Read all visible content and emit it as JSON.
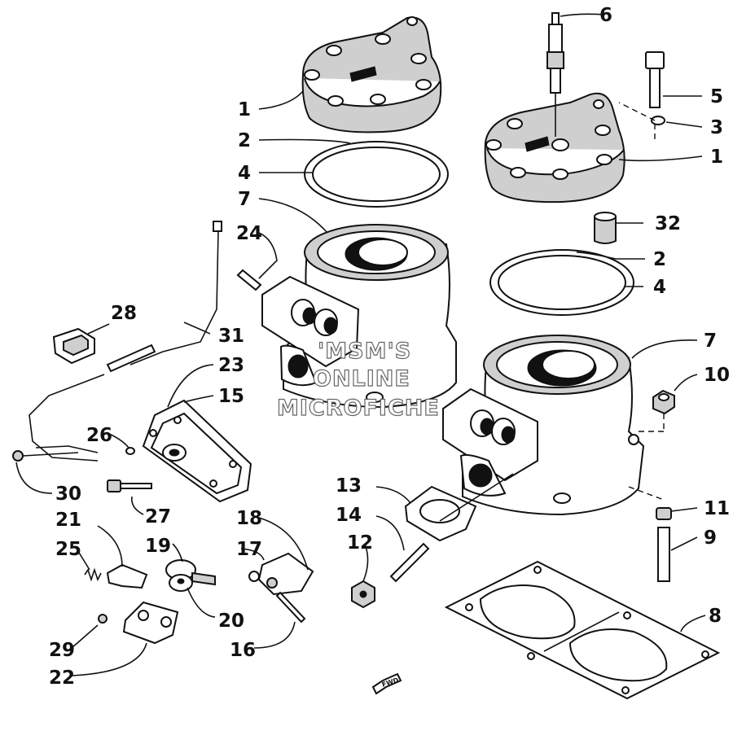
{
  "watermark": {
    "line1": "'MSM'S",
    "line2": "ONLINE",
    "line3": "MICROFICHE"
  },
  "fwd_label": "FWD",
  "callouts": {
    "c1a": "1",
    "c1b": "1",
    "c2a": "2",
    "c2b": "2",
    "c3": "3",
    "c4a": "4",
    "c4b": "4",
    "c5": "5",
    "c6": "6",
    "c7a": "7",
    "c7b": "7",
    "c8": "8",
    "c9": "9",
    "c10": "10",
    "c11": "11",
    "c12": "12",
    "c13": "13",
    "c14": "14",
    "c15": "15",
    "c16": "16",
    "c17": "17",
    "c18": "18",
    "c19": "19",
    "c20": "20",
    "c21": "21",
    "c22": "22",
    "c23": "23",
    "c24": "24",
    "c25": "25",
    "c26": "26",
    "c27": "27",
    "c28": "28",
    "c29": "29",
    "c30": "30",
    "c31": "31",
    "c32": "32"
  },
  "colors": {
    "line": "#111111",
    "fill_gray": "#cfcfcf",
    "background": "#ffffff"
  }
}
